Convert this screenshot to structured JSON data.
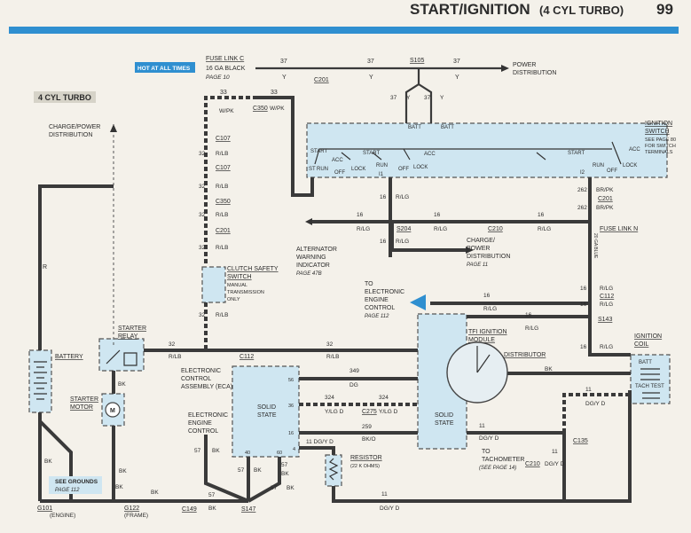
{
  "header": {
    "title": "START/IGNITION",
    "subtitle": "(4 CYL TURBO)",
    "page_number": "99"
  },
  "engine_label": "4 CYL TURBO",
  "hot_label": "HOT AT ALL TIMES",
  "fuse_link_c": {
    "name": "FUSE LINK C",
    "gauge": "16 GA BLACK",
    "ref": "PAGE 10"
  },
  "power_distribution": [
    "POWER",
    "DISTRIBUTION"
  ],
  "charge_power_distribution": [
    "CHARGE/POWER",
    "DISTRIBUTION"
  ],
  "ignition_switch": {
    "title": [
      "IGNITION",
      "SWITCH"
    ],
    "ref": [
      "SEE PAGE 80",
      "FOR SWITCH",
      "TERMINALS"
    ],
    "positions": [
      "START",
      "ACC",
      "RUN",
      "OFF",
      "LOCK",
      "ST"
    ],
    "batt": "BATT",
    "terminals": [
      "I1",
      "I2"
    ]
  },
  "clutch_switch": {
    "title": [
      "CLUTCH SAFETY",
      "SWITCH"
    ],
    "desc": [
      "MANUAL",
      "TRANSMISSION",
      "ONLY"
    ]
  },
  "alternator": {
    "label": [
      "ALTERNATOR",
      "WARNING",
      "INDICATOR"
    ],
    "ref": "PAGE 47B"
  },
  "charge_power": {
    "label": [
      "CHARGE/",
      "POWER",
      "DISTRIBUTION"
    ],
    "ref": "PAGE 11"
  },
  "fuse_link_n": {
    "name": "FUSE LINK N",
    "gauge": "20 GA BLUE"
  },
  "eec": {
    "label": [
      "TO",
      "ELECTRONIC",
      "ENGINE",
      "CONTROL"
    ],
    "ref": "PAGE 112"
  },
  "tfi": {
    "label": [
      "TFI IGNITION",
      "MODULE"
    ]
  },
  "distributor": "DISTRIBUTOR",
  "ignition_coil": {
    "label": [
      "IGNITION",
      "COIL"
    ],
    "batt": "BATT",
    "tach": "TACH TEST"
  },
  "starter_relay": [
    "STARTER",
    "RELAY"
  ],
  "battery": "BATTERY",
  "starter_motor": [
    "STARTER",
    "MOTOR"
  ],
  "eca": {
    "label": [
      "ELECTRONIC",
      "CONTROL",
      "ASSEMBLY (ECA)"
    ],
    "state": [
      "SOLID",
      "STATE"
    ],
    "pins": [
      "56",
      "36",
      "16",
      "40",
      "60",
      "4"
    ]
  },
  "eec_ground": [
    "ELECTRONIC",
    "ENGINE",
    "CONTROL"
  ],
  "module_state": [
    "SOLID",
    "STATE"
  ],
  "resistor": {
    "name": "RESISTOR",
    "value": "(22 K OHMS)"
  },
  "tachometer": {
    "label": [
      "TO",
      "TACHOMETER"
    ],
    "ref": "(SEE PAGE 14)"
  },
  "grounds": {
    "label": "SEE GROUNDS",
    "ref": "PAGE 112"
  },
  "g101": {
    "name": "G101",
    "desc": "(ENGINE)"
  },
  "g122": {
    "name": "G122",
    "desc": "(FRAME)"
  },
  "connectors": [
    "C201",
    "S105",
    "C350",
    "C107",
    "C201",
    "S204",
    "C210",
    "C201",
    "C112",
    "S143",
    "C112",
    "C275",
    "C135",
    "C210",
    "C149",
    "S147"
  ],
  "wire_labels": {
    "w37": "37",
    "y": "Y",
    "w33": "33",
    "wpk": "W/PK",
    "w32": "32",
    "rlb": "R/LB",
    "w16": "16",
    "rlg": "R/LG",
    "w262": "262",
    "brpk": "BR/PK",
    "w349": "349",
    "dg": "DG",
    "w324": "324",
    "ylgd": "Y/LG D",
    "w259": "259",
    "bko": "BK/O",
    "w11": "11",
    "dgyd": "DG/Y D",
    "w57": "57",
    "bk": "BK",
    "r": "R",
    "w11dgyd": "11 DG/Y D",
    "w60": "60",
    "w40": "40"
  },
  "colors": {
    "accent": "#2f8fd0",
    "module_fill": "#cfe6f1",
    "wire": "#3a3a3a"
  }
}
